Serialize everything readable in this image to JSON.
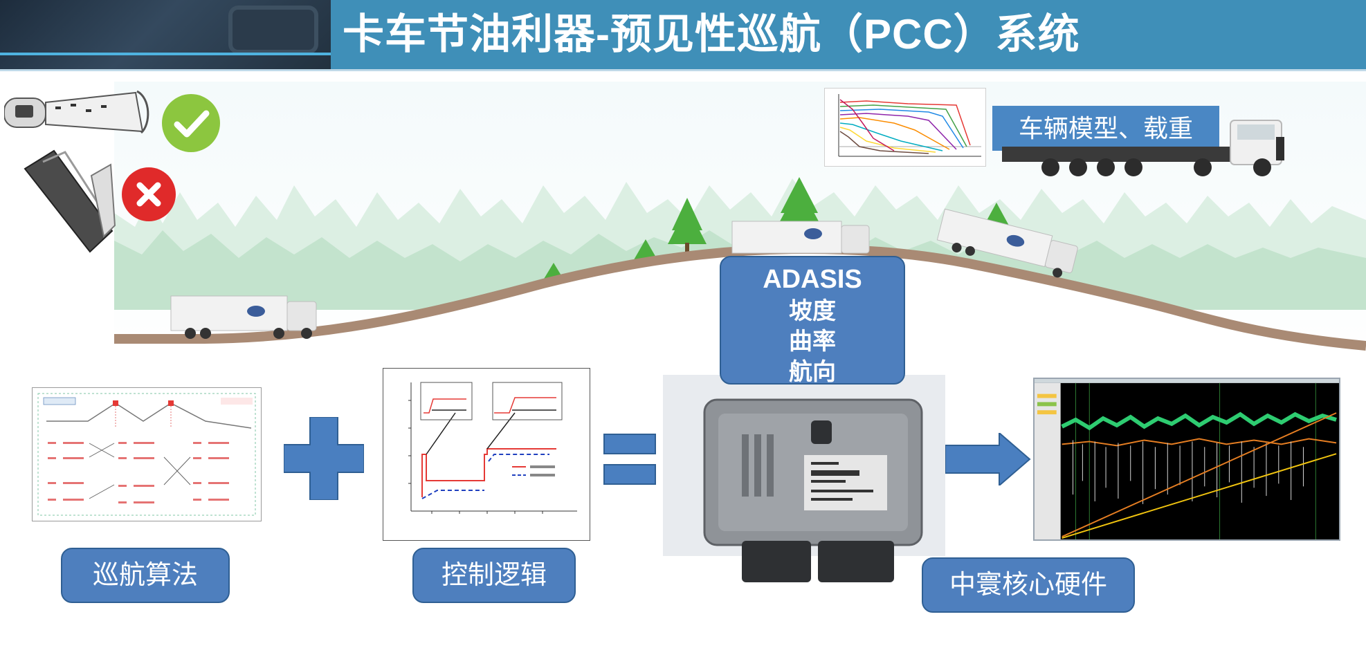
{
  "header": {
    "title": "卡车节油利器-预见性巡航（PCC）系统"
  },
  "vehicle_model_label": "车辆模型、载重",
  "adasis": {
    "title": "ADASIS",
    "lines": [
      "坡度",
      "曲率",
      "航向"
    ]
  },
  "labels": {
    "algorithm": "巡航算法",
    "control_logic": "控制逻辑",
    "hardware": "中寰核心硬件"
  },
  "icons": {
    "allowed": "check-icon",
    "not_allowed": "cross-icon"
  },
  "colors": {
    "header": "#3f8fb8",
    "box_fill": "#4e7fbe",
    "box_border": "#2f5f93",
    "operator": "#4a7fc0",
    "check": "#8cc63f",
    "cross": "#e02a2a"
  }
}
